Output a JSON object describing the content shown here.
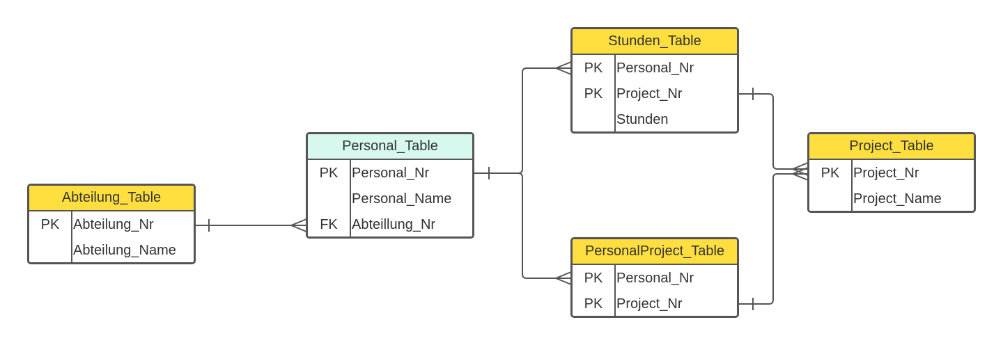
{
  "colors": {
    "header_yellow": "#FFDF3F",
    "header_cyan": "#D6F8EF",
    "border": "#555555",
    "text": "#333333"
  },
  "entities": {
    "abteilung": {
      "title": "Abteilung_Table",
      "header_color": "#FFDF3F",
      "rows": [
        {
          "key": "PK",
          "field": "Abteilung_Nr"
        },
        {
          "key": "",
          "field": "Abteilung_Name"
        }
      ]
    },
    "personal": {
      "title": "Personal_Table",
      "header_color": "#D6F8EF",
      "rows": [
        {
          "key": "PK",
          "field": "Personal_Nr"
        },
        {
          "key": "",
          "field": "Personal_Name"
        },
        {
          "key": "FK",
          "field": "Abteillung_Nr"
        }
      ]
    },
    "stunden": {
      "title": "Stunden_Table",
      "header_color": "#FFDF3F",
      "rows": [
        {
          "key": "PK",
          "field": "Personal_Nr"
        },
        {
          "key": "PK",
          "field": "Project_Nr"
        },
        {
          "key": "",
          "field": "Stunden"
        }
      ]
    },
    "personalproject": {
      "title": "PersonalProject_Table",
      "header_color": "#FFDF3F",
      "rows": [
        {
          "key": "PK",
          "field": "Personal_Nr"
        },
        {
          "key": "PK",
          "field": "Project_Nr"
        }
      ]
    },
    "project": {
      "title": "Project_Table",
      "header_color": "#FFDF3F",
      "rows": [
        {
          "key": "PK",
          "field": "Project_Nr"
        },
        {
          "key": "",
          "field": "Project_Name"
        }
      ]
    }
  },
  "relationships": [
    {
      "from": "abteilung",
      "to": "personal",
      "from_cardinality": "one",
      "to_cardinality": "many"
    },
    {
      "from": "personal",
      "to": "stunden",
      "from_cardinality": "one",
      "to_cardinality": "many"
    },
    {
      "from": "personal",
      "to": "personalproject",
      "from_cardinality": "one",
      "to_cardinality": "many"
    },
    {
      "from": "project",
      "to": "stunden",
      "from_cardinality": "many",
      "to_cardinality": "one"
    },
    {
      "from": "project",
      "to": "personalproject",
      "from_cardinality": "many",
      "to_cardinality": "one"
    }
  ]
}
